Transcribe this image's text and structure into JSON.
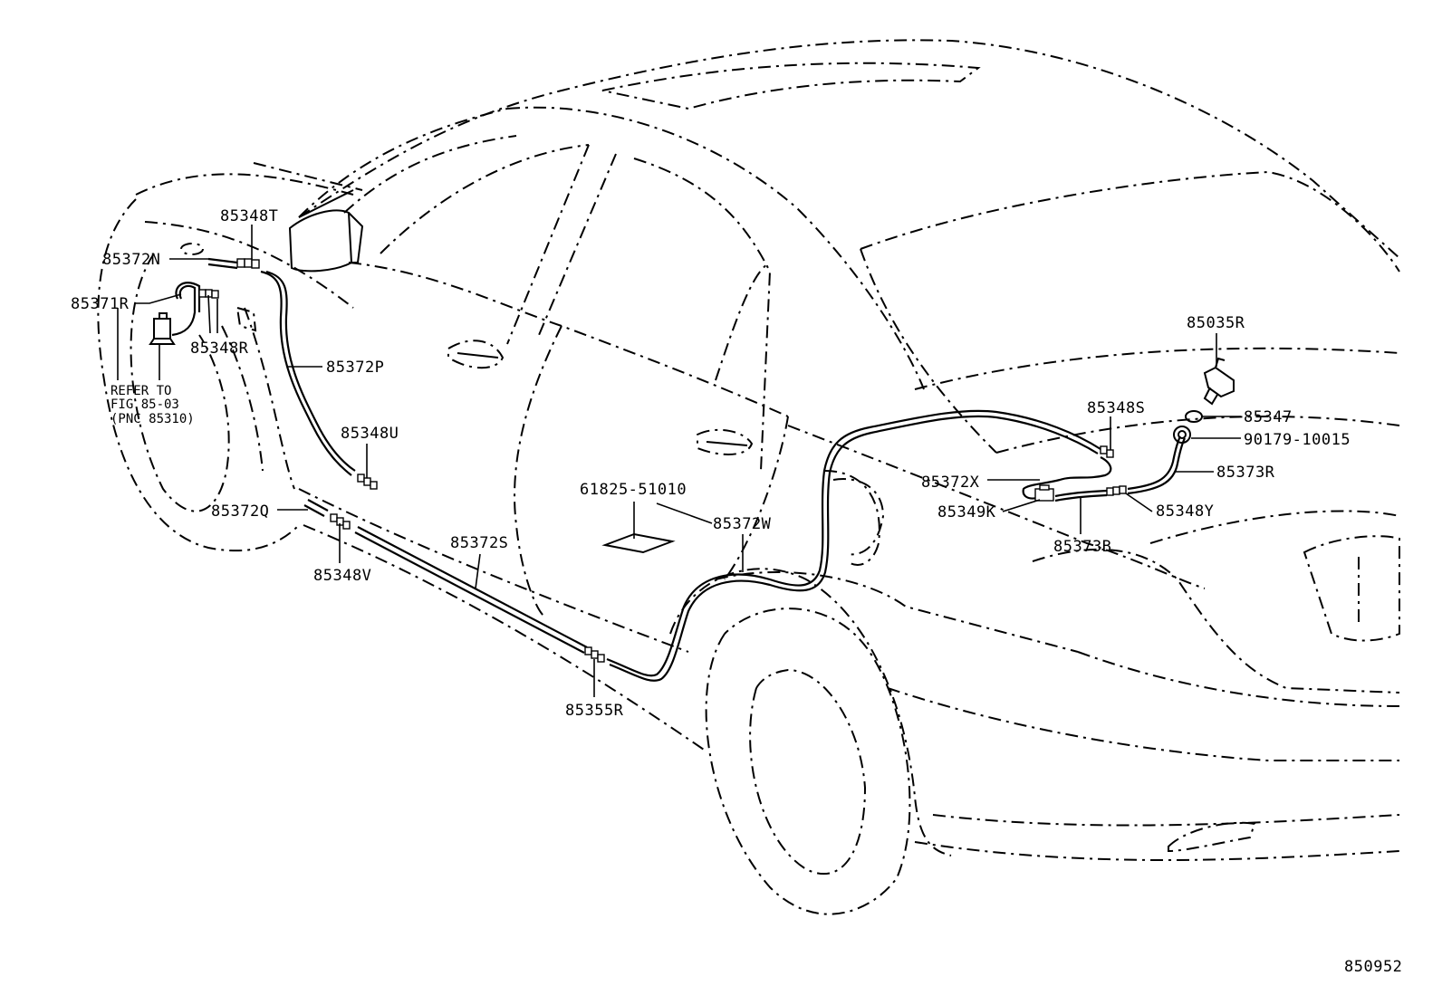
{
  "figure_id": "850952",
  "labels": {
    "p85348T": "85348T",
    "p85372N": "85372N",
    "p85371R": "85371R",
    "p85348R": "85348R",
    "p85372P": "85372P",
    "p85348U": "85348U",
    "p85372Q": "85372Q",
    "p85348V": "85348V",
    "p85372S": "85372S",
    "p61825": "61825-51010",
    "p85372W": "85372W",
    "p85355R": "85355R",
    "p85035R": "85035R",
    "p85347": "85347",
    "p90179": "90179-10015",
    "p85348S": "85348S",
    "p85373R": "85373R",
    "p85372X": "85372X",
    "p85349K": "85349K",
    "p85348Y": "85348Y",
    "p85373B": "85373B"
  },
  "note": {
    "line1": "REFER TO",
    "line2": "FIG 85-03",
    "line3": "(PNC 85310)"
  }
}
